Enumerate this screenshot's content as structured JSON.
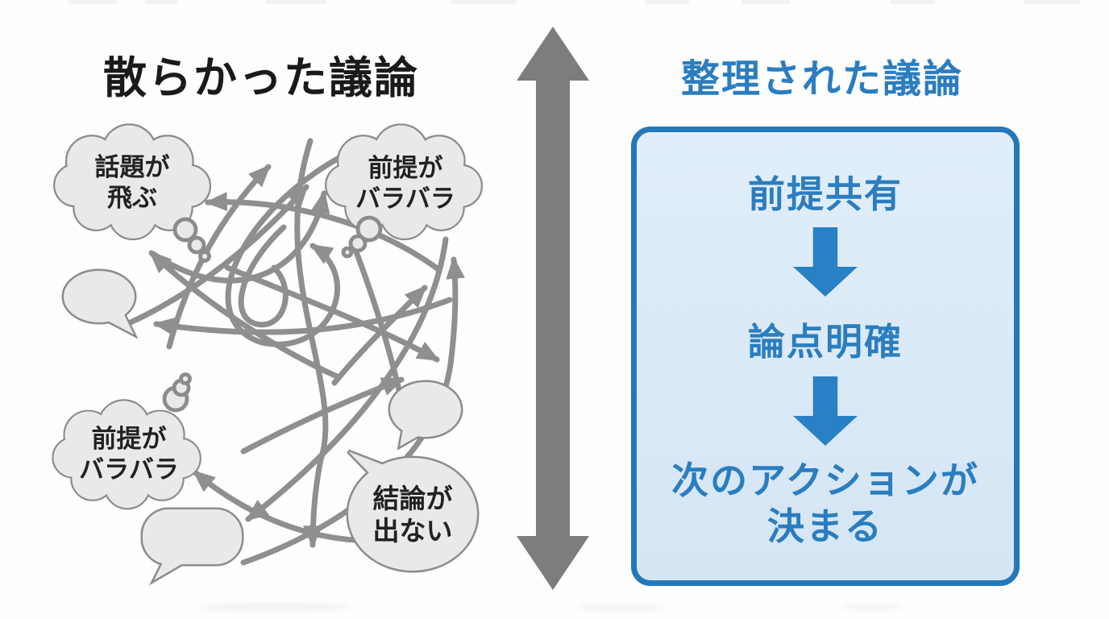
{
  "left_section": {
    "title": "散らかった議論",
    "bubbles": [
      {
        "name": "topic-jumps",
        "line1": "話題が",
        "line2": "飛ぶ"
      },
      {
        "name": "premises-differ-top",
        "line1": "前提が",
        "line2": "バラバラ"
      },
      {
        "name": "premises-differ-bottom",
        "line1": "前提が",
        "line2": "バラバラ"
      },
      {
        "name": "no-conclusion",
        "line1": "結論が",
        "line2": "出ない"
      }
    ]
  },
  "right_section": {
    "title": "整理された議論",
    "steps": [
      "前提共有",
      "論点明確"
    ],
    "final_step": {
      "line1": "次のアクションが",
      "line2": "決まる"
    }
  },
  "icons": [
    "vertical-double-arrow-icon",
    "tangled-arrows-graphic",
    "thought-bubble-icon",
    "speech-bubble-icon",
    "down-arrow-icon"
  ],
  "colors": {
    "bg": "#fefefe",
    "ink": "#1a1a1a",
    "accent_blue": "#2b7dc0",
    "panel_border": "#2478ba",
    "panel_fill_top": "#e1eefa",
    "panel_fill_bottom": "#d4e5f4",
    "arrow_blue": "#2980c4",
    "gray_arrow": "#8f8f8f",
    "divider_gray": "#7d7d7d",
    "bubble_fill": "#e9e9e9",
    "bubble_stroke": "#8c8c8c"
  }
}
